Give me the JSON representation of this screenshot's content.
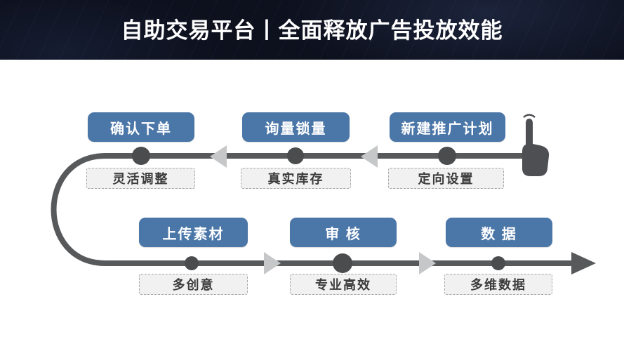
{
  "header": {
    "title": "自助交易平台丨全面释放广告投放效能"
  },
  "flow": {
    "top_row": {
      "direction": "right_to_left",
      "steps": [
        {
          "label": "新建推广计划",
          "note": "定向设置"
        },
        {
          "label": "询量锁量",
          "note": "真实库存"
        },
        {
          "label": "确认下单",
          "note": "灵活调整"
        }
      ]
    },
    "bottom_row": {
      "direction": "left_to_right",
      "steps": [
        {
          "label": "上传素材",
          "note": "多创意"
        },
        {
          "label": "审 核",
          "note": "专业高效"
        },
        {
          "label": "数 据",
          "note": "多维数据"
        }
      ]
    },
    "icons": {
      "start": "pointing-hand-icon",
      "end": "arrow-head-icon",
      "direction_markers": "chevron-icons"
    },
    "colors": {
      "step_blue": "#4b76a8",
      "line_gray": "#58595b",
      "dot_gray": "#4a4c4e",
      "chevron_gray": "#c6c7c8",
      "note_bg": "#f1f1f2",
      "note_border": "#a8a8a8",
      "header_bg": "#0d101d",
      "title_text": "#ffffff"
    }
  }
}
